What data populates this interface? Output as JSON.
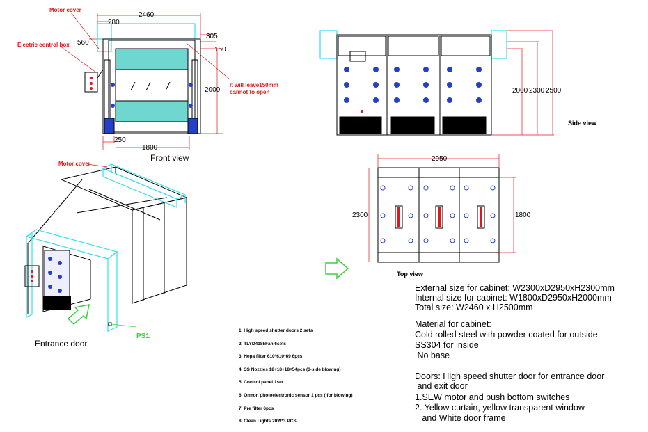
{
  "front_view": {
    "title": "Front view",
    "labels": {
      "motor_cover": "Motor cover",
      "electric_control_box": "Electric control box",
      "leave_note_1": "It will leave150mm",
      "leave_note_2": "cannot to open"
    },
    "dims": {
      "width": "2460",
      "d280": "280",
      "d305": "305",
      "d560": "560",
      "d150": "150",
      "height": "2000",
      "d250": "250",
      "inner_width": "1800"
    }
  },
  "side_view": {
    "title": "Side view",
    "dims": {
      "h1": "2000",
      "h2": "2300",
      "h3": "2500"
    }
  },
  "top_view": {
    "title": "Top view",
    "dims": {
      "length": "2950",
      "depth_left": "2300",
      "depth_right": "1800"
    }
  },
  "iso_view": {
    "motor_cover": "Motor cover",
    "entrance_door": "Entrance door",
    "ps1": "PS1"
  },
  "parts_list": [
    "1. High speed shutter doors    2 sets",
    "2. TLYD4185Fan   6sets",
    "3. Hepa filter  610*610*69  6pcs",
    "4. SS Nozzles   18+18+18=54pcs  (3-side blowing)",
    "5. Control panel    1set",
    "6. Omron photoelectronic sensor    1 pcs ( for blowing)",
    "7. Pre filter   6pcs",
    "8. Clean Lights  20W*3 PCS"
  ],
  "specs": {
    "external": "External size for cabinet: W2300xD2950xH2300mm",
    "internal": "Internal size for cabinet:  W1800xD2950xH2000mm",
    "total": "Total size: W2460 x H2500mm",
    "material_title": "Material for cabinet:",
    "material_1": "Cold rolled steel with powder coated for outside",
    "material_2": "SS304 for inside",
    "material_3": " No base",
    "doors_1": "Doors: High speed shutter door for entrance door",
    "doors_2": " and exit door",
    "doors_3": "1.SEW motor  and push bottom switches",
    "doors_4": "2. Yellow curtain, yellow transparent window",
    "doors_5": "   and White door frame"
  },
  "colors": {
    "cyan": "#33e0ee",
    "red": "#e0191e",
    "green": "#3dd13d",
    "blue": "#2540c8",
    "teal_panel": "#6fd6d0"
  }
}
